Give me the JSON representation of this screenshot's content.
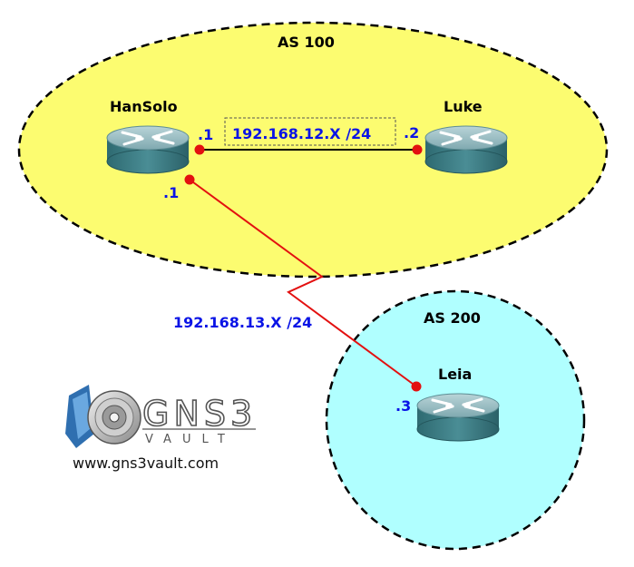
{
  "colors": {
    "as100_fill": "#fcfc70",
    "as200_fill": "#b0ffff",
    "blue_label": "#0a14e6",
    "red_link": "#e31010",
    "router_body": "#3f7f86"
  },
  "zones": {
    "as100": "AS 100",
    "as200": "AS 200"
  },
  "routers": {
    "hansolo": "HanSolo",
    "luke": "Luke",
    "leia": "Leia"
  },
  "links": {
    "hansolo_luke": {
      "subnet": "192.168.12.X /24",
      "end_a": ".1",
      "end_b": ".2"
    },
    "hansolo_leia": {
      "subnet": "192.168.13.X /24",
      "end_a": ".1",
      "end_b": ".3"
    }
  },
  "logo": {
    "brand": "GNS3",
    "tagline": "VAULT",
    "url": "www.gns3vault.com"
  }
}
